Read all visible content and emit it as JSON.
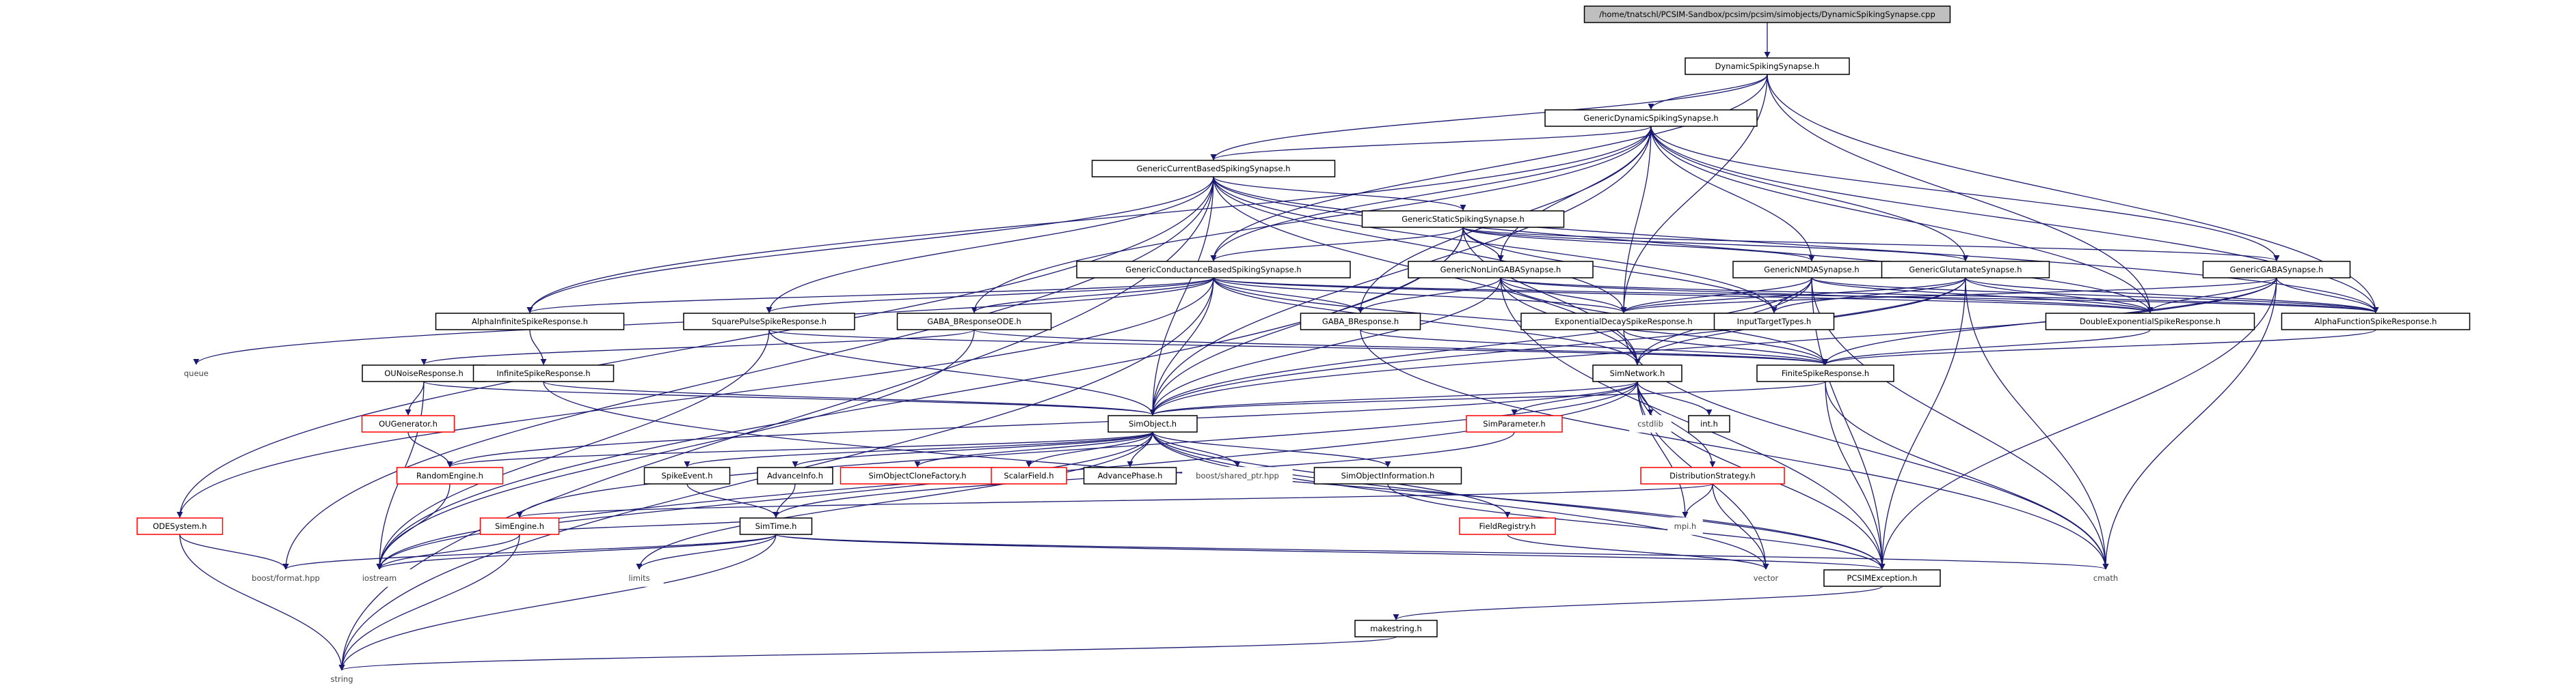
{
  "colors": {
    "edge": "#191970",
    "border_normal": "#000000",
    "border_truncated": "#ff0000",
    "root_fill": "#bfbfbf",
    "node_fill": "#ffffff",
    "system_header_text": "#444444"
  },
  "nodes": [
    {
      "id": "root",
      "label": "/home/tnatschl/PCSIM-Sandbox/pcsim/pcsim/simobjects/DynamicSpikingSynapse.cpp",
      "kind": "root"
    },
    {
      "id": "DynamicSpikingSynapse",
      "label": "DynamicSpikingSynapse.h",
      "kind": "normal"
    },
    {
      "id": "GenericDynamicSpikingSynapse",
      "label": "GenericDynamicSpikingSynapse.h",
      "kind": "normal"
    },
    {
      "id": "GenericCurrentBasedSpikingSynapse",
      "label": "GenericCurrentBasedSpikingSynapse.h",
      "kind": "normal"
    },
    {
      "id": "GenericStaticSpikingSynapse",
      "label": "GenericStaticSpikingSynapse.h",
      "kind": "normal"
    },
    {
      "id": "GenericConductanceBasedSpikingSynapse",
      "label": "GenericConductanceBasedSpikingSynapse.h",
      "kind": "normal"
    },
    {
      "id": "GenericNonLinGABASynapse",
      "label": "GenericNonLinGABASynapse.h",
      "kind": "normal"
    },
    {
      "id": "GenericNMDASynapse",
      "label": "GenericNMDASynapse.h",
      "kind": "normal"
    },
    {
      "id": "GenericGlutamateSynapse",
      "label": "GenericGlutamateSynapse.h",
      "kind": "normal"
    },
    {
      "id": "GenericGABASynapse",
      "label": "GenericGABASynapse.h",
      "kind": "normal"
    },
    {
      "id": "AlphaInfiniteSpikeResponse",
      "label": "AlphaInfiniteSpikeResponse.h",
      "kind": "normal"
    },
    {
      "id": "SquarePulseSpikeResponse",
      "label": "SquarePulseSpikeResponse.h",
      "kind": "normal"
    },
    {
      "id": "GABA_BResponseODE",
      "label": "GABA_BResponseODE.h",
      "kind": "normal"
    },
    {
      "id": "GABA_BResponse",
      "label": "GABA_BResponse.h",
      "kind": "normal"
    },
    {
      "id": "ExponentialDecaySpikeResponse",
      "label": "ExponentialDecaySpikeResponse.h",
      "kind": "normal"
    },
    {
      "id": "InputTargetTypes",
      "label": "InputTargetTypes.h",
      "kind": "normal"
    },
    {
      "id": "DoubleExponentialSpikeResponse",
      "label": "DoubleExponentialSpikeResponse.h",
      "kind": "normal"
    },
    {
      "id": "AlphaFunctionSpikeResponse",
      "label": "AlphaFunctionSpikeResponse.h",
      "kind": "normal"
    },
    {
      "id": "queue",
      "label": "queue",
      "kind": "system"
    },
    {
      "id": "OUNoiseResponse",
      "label": "OUNoiseResponse.h",
      "kind": "normal"
    },
    {
      "id": "InfiniteSpikeResponse",
      "label": "InfiniteSpikeResponse.h",
      "kind": "normal"
    },
    {
      "id": "SimNetwork",
      "label": "SimNetwork.h",
      "kind": "normal"
    },
    {
      "id": "FiniteSpikeResponse",
      "label": "FiniteSpikeResponse.h",
      "kind": "normal"
    },
    {
      "id": "OUGenerator",
      "label": "OUGenerator.h",
      "kind": "truncated"
    },
    {
      "id": "SimObject",
      "label": "SimObject.h",
      "kind": "normal"
    },
    {
      "id": "SimParameter",
      "label": "SimParameter.h",
      "kind": "truncated"
    },
    {
      "id": "cstdlib",
      "label": "cstdlib",
      "kind": "system"
    },
    {
      "id": "intt",
      "label": "int.h",
      "kind": "normal"
    },
    {
      "id": "RandomEngine",
      "label": "RandomEngine.h",
      "kind": "truncated"
    },
    {
      "id": "SpikeEvent",
      "label": "SpikeEvent.h",
      "kind": "normal"
    },
    {
      "id": "AdvanceInfo",
      "label": "AdvanceInfo.h",
      "kind": "normal"
    },
    {
      "id": "SimObjectCloneFactory",
      "label": "SimObjectCloneFactory.h",
      "kind": "truncated"
    },
    {
      "id": "ScalarField",
      "label": "ScalarField.h",
      "kind": "truncated"
    },
    {
      "id": "AdvancePhase",
      "label": "AdvancePhase.h",
      "kind": "normal"
    },
    {
      "id": "boost_shared_ptr",
      "label": "boost/shared_ptr.hpp",
      "kind": "system"
    },
    {
      "id": "SimObjectInformation",
      "label": "SimObjectInformation.h",
      "kind": "normal"
    },
    {
      "id": "DistributionStrategy",
      "label": "DistributionStrategy.h",
      "kind": "truncated"
    },
    {
      "id": "ODESystem",
      "label": "ODESystem.h",
      "kind": "truncated"
    },
    {
      "id": "SimEngine",
      "label": "SimEngine.h",
      "kind": "truncated"
    },
    {
      "id": "SimTime",
      "label": "SimTime.h",
      "kind": "normal"
    },
    {
      "id": "FieldRegistry",
      "label": "FieldRegistry.h",
      "kind": "truncated"
    },
    {
      "id": "mpi",
      "label": "mpi.h",
      "kind": "system"
    },
    {
      "id": "boost_format",
      "label": "boost/format.hpp",
      "kind": "system"
    },
    {
      "id": "iostream",
      "label": "iostream",
      "kind": "system"
    },
    {
      "id": "limits",
      "label": "limits",
      "kind": "system"
    },
    {
      "id": "vector",
      "label": "vector",
      "kind": "system"
    },
    {
      "id": "PCSIMException",
      "label": "PCSIMException.h",
      "kind": "normal"
    },
    {
      "id": "cmath",
      "label": "cmath",
      "kind": "system"
    },
    {
      "id": "makestring",
      "label": "makestring.h",
      "kind": "normal"
    },
    {
      "id": "string",
      "label": "string",
      "kind": "system"
    }
  ],
  "edges": [
    [
      "root",
      "DynamicSpikingSynapse"
    ],
    [
      "DynamicSpikingSynapse",
      "GenericDynamicSpikingSynapse"
    ],
    [
      "DynamicSpikingSynapse",
      "GenericCurrentBasedSpikingSynapse"
    ],
    [
      "DynamicSpikingSynapse",
      "GenericConductanceBasedSpikingSynapse"
    ],
    [
      "DynamicSpikingSynapse",
      "ExponentialDecaySpikeResponse"
    ],
    [
      "DynamicSpikingSynapse",
      "DoubleExponentialSpikeResponse"
    ],
    [
      "DynamicSpikingSynapse",
      "AlphaFunctionSpikeResponse"
    ],
    [
      "GenericDynamicSpikingSynapse",
      "GenericCurrentBasedSpikingSynapse"
    ],
    [
      "GenericDynamicSpikingSynapse",
      "GenericConductanceBasedSpikingSynapse"
    ],
    [
      "GenericDynamicSpikingSynapse",
      "GenericNonLinGABASynapse"
    ],
    [
      "GenericDynamicSpikingSynapse",
      "GenericNMDASynapse"
    ],
    [
      "GenericDynamicSpikingSynapse",
      "GenericGlutamateSynapse"
    ],
    [
      "GenericDynamicSpikingSynapse",
      "GenericGABASynapse"
    ],
    [
      "GenericDynamicSpikingSynapse",
      "AlphaInfiniteSpikeResponse"
    ],
    [
      "GenericDynamicSpikingSynapse",
      "GABA_BResponseODE"
    ],
    [
      "GenericDynamicSpikingSynapse",
      "GABA_BResponse"
    ],
    [
      "GenericDynamicSpikingSynapse",
      "ExponentialDecaySpikeResponse"
    ],
    [
      "GenericDynamicSpikingSynapse",
      "DoubleExponentialSpikeResponse"
    ],
    [
      "GenericDynamicSpikingSynapse",
      "AlphaFunctionSpikeResponse"
    ],
    [
      "GenericDynamicSpikingSynapse",
      "SimObject"
    ],
    [
      "GenericCurrentBasedSpikingSynapse",
      "GenericStaticSpikingSynapse"
    ],
    [
      "GenericCurrentBasedSpikingSynapse",
      "AlphaInfiniteSpikeResponse"
    ],
    [
      "GenericCurrentBasedSpikingSynapse",
      "SquarePulseSpikeResponse"
    ],
    [
      "GenericCurrentBasedSpikingSynapse",
      "ExponentialDecaySpikeResponse"
    ],
    [
      "GenericCurrentBasedSpikingSynapse",
      "InputTargetTypes"
    ],
    [
      "GenericCurrentBasedSpikingSynapse",
      "DoubleExponentialSpikeResponse"
    ],
    [
      "GenericCurrentBasedSpikingSynapse",
      "AlphaFunctionSpikeResponse"
    ],
    [
      "GenericCurrentBasedSpikingSynapse",
      "SimObject"
    ],
    [
      "GenericCurrentBasedSpikingSynapse",
      "SimNetwork"
    ],
    [
      "GenericCurrentBasedSpikingSynapse",
      "boost_format"
    ],
    [
      "GenericCurrentBasedSpikingSynapse",
      "string"
    ],
    [
      "GenericCurrentBasedSpikingSynapse",
      "ODESystem"
    ],
    [
      "GenericStaticSpikingSynapse",
      "GenericConductanceBasedSpikingSynapse"
    ],
    [
      "GenericStaticSpikingSynapse",
      "GenericNonLinGABASynapse"
    ],
    [
      "GenericStaticSpikingSynapse",
      "GenericNMDASynapse"
    ],
    [
      "GenericStaticSpikingSynapse",
      "GenericGlutamateSynapse"
    ],
    [
      "GenericStaticSpikingSynapse",
      "GenericGABASynapse"
    ],
    [
      "GenericStaticSpikingSynapse",
      "InputTargetTypes"
    ],
    [
      "GenericStaticSpikingSynapse",
      "SimObject"
    ],
    [
      "GenericStaticSpikingSynapse",
      "SimNetwork"
    ],
    [
      "GenericStaticSpikingSynapse",
      "iostream"
    ],
    [
      "GenericConductanceBasedSpikingSynapse",
      "AlphaInfiniteSpikeResponse"
    ],
    [
      "GenericConductanceBasedSpikingSynapse",
      "SquarePulseSpikeResponse"
    ],
    [
      "GenericConductanceBasedSpikingSynapse",
      "GABA_BResponseODE"
    ],
    [
      "GenericConductanceBasedSpikingSynapse",
      "GABA_BResponse"
    ],
    [
      "GenericConductanceBasedSpikingSynapse",
      "ExponentialDecaySpikeResponse"
    ],
    [
      "GenericConductanceBasedSpikingSynapse",
      "DoubleExponentialSpikeResponse"
    ],
    [
      "GenericConductanceBasedSpikingSynapse",
      "AlphaFunctionSpikeResponse"
    ],
    [
      "GenericConductanceBasedSpikingSynapse",
      "SimObject"
    ],
    [
      "GenericConductanceBasedSpikingSynapse",
      "SimNetwork"
    ],
    [
      "GenericConductanceBasedSpikingSynapse",
      "FiniteSpikeResponse"
    ],
    [
      "GenericConductanceBasedSpikingSynapse",
      "queue"
    ],
    [
      "GenericConductanceBasedSpikingSynapse",
      "string"
    ],
    [
      "GenericConductanceBasedSpikingSynapse",
      "ODESystem"
    ],
    [
      "GenericNonLinGABASynapse",
      "GABA_BResponse"
    ],
    [
      "GenericNonLinGABASynapse",
      "ExponentialDecaySpikeResponse"
    ],
    [
      "GenericNonLinGABASynapse",
      "DoubleExponentialSpikeResponse"
    ],
    [
      "GenericNonLinGABASynapse",
      "AlphaFunctionSpikeResponse"
    ],
    [
      "GenericNonLinGABASynapse",
      "SimObject"
    ],
    [
      "GenericNonLinGABASynapse",
      "SimNetwork"
    ],
    [
      "GenericNonLinGABASynapse",
      "FiniteSpikeResponse"
    ],
    [
      "GenericNonLinGABASynapse",
      "PCSIMException"
    ],
    [
      "GenericNMDASynapse",
      "ExponentialDecaySpikeResponse"
    ],
    [
      "GenericNMDASynapse",
      "InputTargetTypes"
    ],
    [
      "GenericNMDASynapse",
      "DoubleExponentialSpikeResponse"
    ],
    [
      "GenericNMDASynapse",
      "AlphaFunctionSpikeResponse"
    ],
    [
      "GenericNMDASynapse",
      "SimObject"
    ],
    [
      "GenericNMDASynapse",
      "SimNetwork"
    ],
    [
      "GenericNMDASynapse",
      "cmath"
    ],
    [
      "GenericNMDASynapse",
      "PCSIMException"
    ],
    [
      "GenericGlutamateSynapse",
      "ExponentialDecaySpikeResponse"
    ],
    [
      "GenericGlutamateSynapse",
      "InputTargetTypes"
    ],
    [
      "GenericGlutamateSynapse",
      "DoubleExponentialSpikeResponse"
    ],
    [
      "GenericGlutamateSynapse",
      "AlphaFunctionSpikeResponse"
    ],
    [
      "GenericGlutamateSynapse",
      "SimObject"
    ],
    [
      "GenericGlutamateSynapse",
      "SimNetwork"
    ],
    [
      "GenericGlutamateSynapse",
      "cmath"
    ],
    [
      "GenericGlutamateSynapse",
      "PCSIMException"
    ],
    [
      "GenericGABASynapse",
      "ExponentialDecaySpikeResponse"
    ],
    [
      "GenericGABASynapse",
      "DoubleExponentialSpikeResponse"
    ],
    [
      "GenericGABASynapse",
      "AlphaFunctionSpikeResponse"
    ],
    [
      "GenericGABASynapse",
      "SimObject"
    ],
    [
      "GenericGABASynapse",
      "FiniteSpikeResponse"
    ],
    [
      "GenericGABASynapse",
      "cmath"
    ],
    [
      "GenericGABASynapse",
      "PCSIMException"
    ],
    [
      "AlphaInfiniteSpikeResponse",
      "InfiniteSpikeResponse"
    ],
    [
      "SquarePulseSpikeResponse",
      "FiniteSpikeResponse"
    ],
    [
      "SquarePulseSpikeResponse",
      "SimObject"
    ],
    [
      "SquarePulseSpikeResponse",
      "iostream"
    ],
    [
      "GABA_BResponseODE",
      "OUNoiseResponse"
    ],
    [
      "GABA_BResponseODE",
      "FiniteSpikeResponse"
    ],
    [
      "GABA_BResponseODE",
      "iostream"
    ],
    [
      "GABA_BResponse",
      "FiniteSpikeResponse"
    ],
    [
      "GABA_BResponse",
      "cmath"
    ],
    [
      "ExponentialDecaySpikeResponse",
      "FiniteSpikeResponse"
    ],
    [
      "ExponentialDecaySpikeResponse",
      "cmath"
    ],
    [
      "DoubleExponentialSpikeResponse",
      "FiniteSpikeResponse"
    ],
    [
      "AlphaFunctionSpikeResponse",
      "FiniteSpikeResponse"
    ],
    [
      "OUNoiseResponse",
      "OUGenerator"
    ],
    [
      "OUNoiseResponse",
      "SimObject"
    ],
    [
      "OUNoiseResponse",
      "iostream"
    ],
    [
      "InfiniteSpikeResponse",
      "SimObject"
    ],
    [
      "InfiniteSpikeResponse",
      "PCSIMException"
    ],
    [
      "SimNetwork",
      "SimObject"
    ],
    [
      "SimNetwork",
      "SimParameter"
    ],
    [
      "SimNetwork",
      "cstdlib"
    ],
    [
      "SimNetwork",
      "intt"
    ],
    [
      "SimNetwork",
      "RandomEngine"
    ],
    [
      "SimNetwork",
      "DistributionStrategy"
    ],
    [
      "SimNetwork",
      "SimEngine"
    ],
    [
      "SimNetwork",
      "vector"
    ],
    [
      "SimNetwork",
      "mpi"
    ],
    [
      "SimNetwork",
      "PCSIMException"
    ],
    [
      "SimNetwork",
      "iostream"
    ],
    [
      "FiniteSpikeResponse",
      "SimObject"
    ],
    [
      "FiniteSpikeResponse",
      "PCSIMException"
    ],
    [
      "FiniteSpikeResponse",
      "cmath"
    ],
    [
      "OUGenerator",
      "RandomEngine"
    ],
    [
      "SimObject",
      "SpikeEvent"
    ],
    [
      "SimObject",
      "AdvanceInfo"
    ],
    [
      "SimObject",
      "SimObjectCloneFactory"
    ],
    [
      "SimObject",
      "ScalarField"
    ],
    [
      "SimObject",
      "AdvancePhase"
    ],
    [
      "SimObject",
      "boost_shared_ptr"
    ],
    [
      "SimObject",
      "SimObjectInformation"
    ],
    [
      "SimObject",
      "RandomEngine"
    ],
    [
      "SimObject",
      "FieldRegistry"
    ],
    [
      "SimObject",
      "vector"
    ],
    [
      "SimObject",
      "limits"
    ],
    [
      "SimObject",
      "iostream"
    ],
    [
      "SimObject",
      "PCSIMException"
    ],
    [
      "SimParameter",
      "SimTime"
    ],
    [
      "SpikeEvent",
      "SimTime"
    ],
    [
      "AdvanceInfo",
      "SimTime"
    ],
    [
      "SimObjectInformation",
      "PCSIMException"
    ],
    [
      "DistributionStrategy",
      "SimEngine"
    ],
    [
      "DistributionStrategy",
      "mpi"
    ],
    [
      "DistributionStrategy",
      "vector"
    ],
    [
      "RandomEngine",
      "iostream"
    ],
    [
      "ODESystem",
      "boost_format"
    ],
    [
      "ODESystem",
      "string"
    ],
    [
      "SimEngine",
      "SimTime"
    ],
    [
      "SimEngine",
      "iostream"
    ],
    [
      "SimEngine",
      "string"
    ],
    [
      "SimTime",
      "boost_format"
    ],
    [
      "SimTime",
      "iostream"
    ],
    [
      "SimTime",
      "limits"
    ],
    [
      "SimTime",
      "string"
    ],
    [
      "SimTime",
      "cmath"
    ],
    [
      "SimTime",
      "PCSIMException"
    ],
    [
      "FieldRegistry",
      "vector"
    ],
    [
      "PCSIMException",
      "makestring"
    ],
    [
      "makestring",
      "string"
    ]
  ]
}
